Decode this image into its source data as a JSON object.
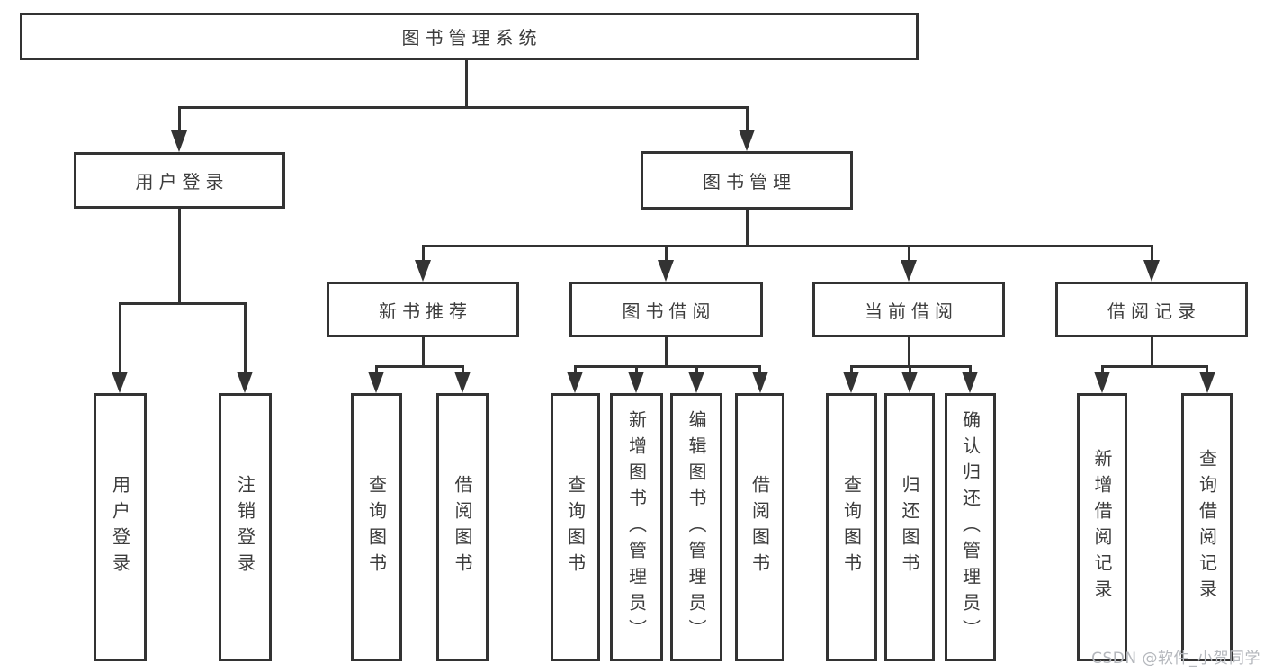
{
  "title": "图书管理系统",
  "watermark": {
    "text": "CSDN @软件_小贺同学"
  },
  "colors": {
    "background": "#ffffff",
    "line": "#333333",
    "text": "#3c3c3c",
    "watermark": "#b4b7bc"
  },
  "diagram_type": "hierarchy-tree",
  "tree": {
    "label": "图书管理系统",
    "children": [
      {
        "label": "用户登录",
        "children": [
          {
            "label": "用户登录"
          },
          {
            "label": "注销登录"
          }
        ]
      },
      {
        "label": "图书管理",
        "children": [
          {
            "label": "新书推荐",
            "children": [
              {
                "label": "查询图书"
              },
              {
                "label": "借阅图书"
              }
            ]
          },
          {
            "label": "图书借阅",
            "children": [
              {
                "label": "查询图书"
              },
              {
                "label": "新增图书（管理员）"
              },
              {
                "label": "编辑图书（管理员）"
              },
              {
                "label": "借阅图书"
              }
            ]
          },
          {
            "label": "当前借阅",
            "children": [
              {
                "label": "查询图书"
              },
              {
                "label": "归还图书"
              },
              {
                "label": "确认归还（管理员）"
              }
            ]
          },
          {
            "label": "借阅记录",
            "children": [
              {
                "label": "新增借阅记录"
              },
              {
                "label": "查询借阅记录"
              }
            ]
          }
        ]
      }
    ]
  }
}
